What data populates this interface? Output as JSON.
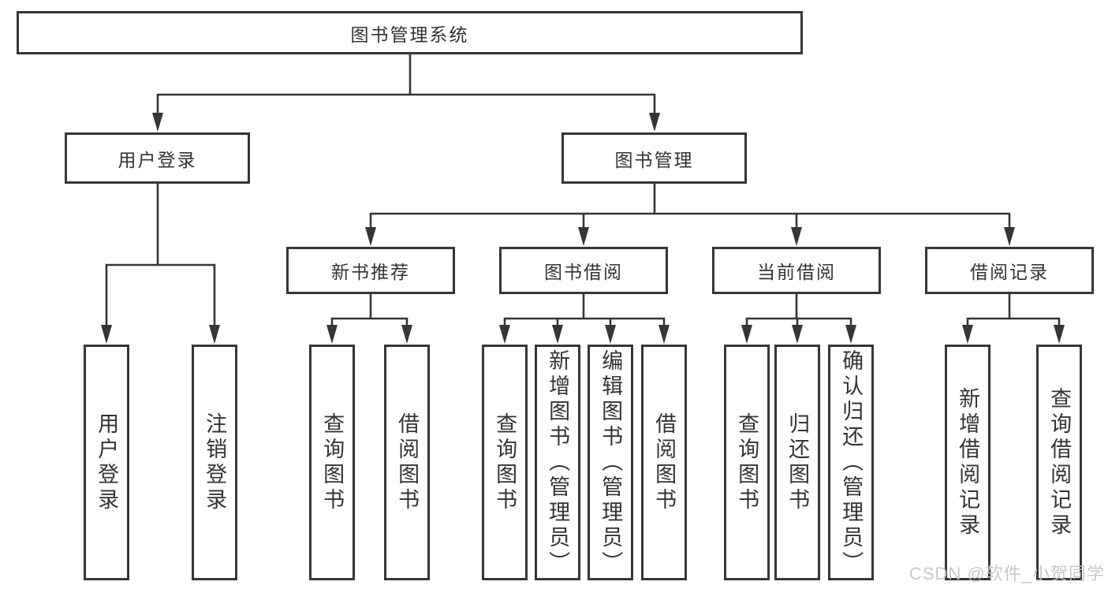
{
  "diagram": {
    "root": {
      "label": "图书管理系统"
    },
    "level2": [
      {
        "label": "用户登录"
      },
      {
        "label": "图书管理"
      }
    ],
    "level3": [
      {
        "label": "新书推荐"
      },
      {
        "label": "图书借阅"
      },
      {
        "label": "当前借阅"
      },
      {
        "label": "借阅记录"
      }
    ],
    "leaves": {
      "user_login": [
        "用户登录",
        "注销登录"
      ],
      "new_book": [
        "查询图书",
        "借阅图书"
      ],
      "book_borrow": [
        "查询图书",
        "新增图书（管理员）",
        "编辑图书（管理员）",
        "借阅图书"
      ],
      "current_borrow": [
        "查询图书",
        "归还图书",
        "确认归还（管理员）"
      ],
      "borrow_record": [
        "新增借阅记录",
        "查询借阅记录"
      ]
    }
  },
  "watermark": "CSDN @软件_小贺同学",
  "colors": {
    "line": "#363636",
    "text": "#333333",
    "background": "#ffffff",
    "watermark": "#c6c6c6"
  }
}
